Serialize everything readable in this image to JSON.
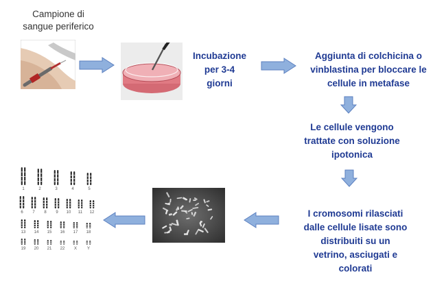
{
  "diagram": {
    "source_label": [
      "Campione di",
      "sangue periferico"
    ],
    "step_incubation": [
      "Incubazione",
      "per 3-4",
      "giorni"
    ],
    "step_colchicine": [
      "Aggiunta di colchicina o",
      "vinblastina per bloccare le",
      "cellule in metafase"
    ],
    "step_hypotonic": [
      "Le cellule vengono",
      "trattate con soluzione",
      "ipotonica"
    ],
    "step_slide": [
      "I cromosomi rilasciati",
      "dalle cellule lisate sono",
      "distribuiti su un",
      "vetrino, asciugati e",
      "colorati"
    ],
    "karyotype_labels": {
      "row1": [
        "1",
        "2",
        "3",
        "4",
        "5"
      ],
      "row2": [
        "6",
        "7",
        "8",
        "9",
        "10",
        "11",
        "12"
      ],
      "row3": [
        "13",
        "14",
        "15",
        "16",
        "17",
        "18"
      ],
      "row4": [
        "19",
        "20",
        "21",
        "22",
        "X",
        "Y"
      ]
    },
    "colors": {
      "text_blue": "#1f3a93",
      "arrow_fill": "#8fb0dd",
      "arrow_stroke": "#5b7fbf"
    }
  }
}
